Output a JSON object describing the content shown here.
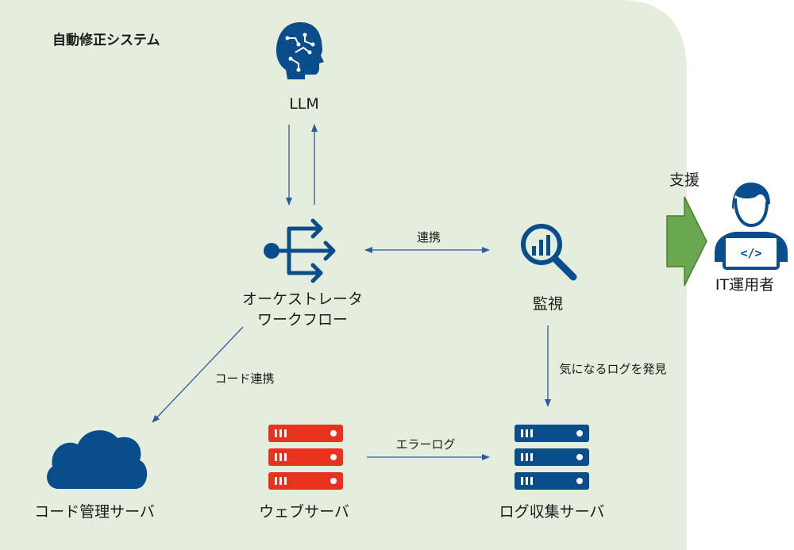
{
  "group": {
    "label": "自動修正システム"
  },
  "nodes": {
    "llm": {
      "label": "LLM",
      "icon": "brain-circuit-icon"
    },
    "orchestrator": {
      "label_line1": "オーケストレータ",
      "label_line2": "ワークフロー",
      "icon": "flow-split-icon"
    },
    "monitor": {
      "label": "監視",
      "icon": "magnifier-chart-icon"
    },
    "it_operator": {
      "label": "IT運用者",
      "icon": "developer-laptop-icon"
    },
    "code_server": {
      "label": "コード管理サーバ",
      "icon": "cloud-icon"
    },
    "web_server": {
      "label": "ウェブサーバ",
      "icon": "server-rack-icon"
    },
    "log_server": {
      "label": "ログ収集サーバ",
      "icon": "server-rack-icon"
    }
  },
  "edges": {
    "orch_monitor": {
      "label": "連携"
    },
    "monitor_log": {
      "label": "気になるログを発見"
    },
    "orch_code": {
      "label": "コード連携"
    },
    "web_log": {
      "label": "エラーログ"
    },
    "support": {
      "label": "支援"
    }
  },
  "colors": {
    "group_bg": "#e5eedc",
    "blue": "#0a4d8c",
    "red": "#e8321e",
    "green_arrow": "#6aa84f",
    "green_arrow_stroke": "#4c7f36",
    "edge_line": "#2a5aa0"
  }
}
